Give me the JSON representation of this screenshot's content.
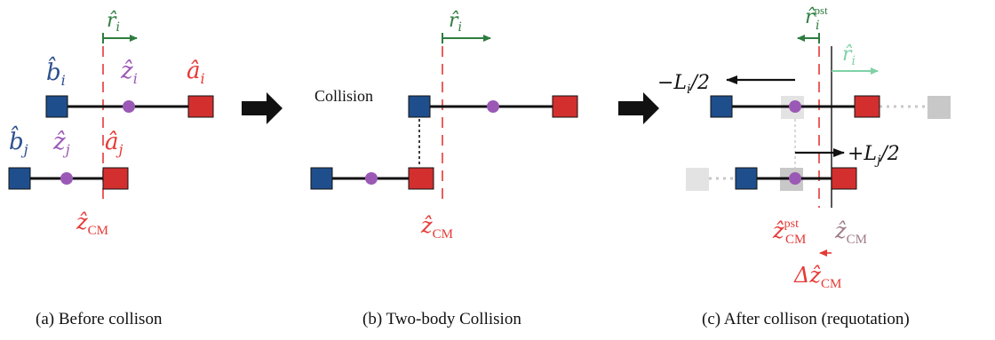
{
  "colors": {
    "blue": "#1f4e8c",
    "red": "#d32f2f",
    "purple": "#9b59b6",
    "green": "#2e7d3f",
    "lightgreen": "#7fd1a6",
    "gray": "#c8c8c8",
    "lightgray": "#e3e3e3",
    "black": "#111111",
    "label_red": "#e53935",
    "label_blue": "#2c4f8f",
    "label_purple": "#9b59b6",
    "muted_mauve": "#a07a88"
  },
  "panel_a": {
    "r_i": "r̂",
    "r_i_sub": "i",
    "b_i": "b̂",
    "b_i_sub": "i",
    "z_i": "ẑ",
    "z_i_sub": "i",
    "a_i": "â",
    "a_i_sub": "i",
    "b_j": "b̂",
    "b_j_sub": "j",
    "z_j": "ẑ",
    "z_j_sub": "j",
    "a_j": "â",
    "a_j_sub": "j",
    "zcm": "ẑ",
    "zcm_sub": "CM",
    "caption": "(a) Before collison"
  },
  "panel_b": {
    "collision_label": "Collision",
    "r_i": "r̂",
    "r_i_sub": "i",
    "zcm": "ẑ",
    "zcm_sub": "CM",
    "caption": "(b) Two-body Collision"
  },
  "panel_c": {
    "r_pst": "r̂",
    "r_pst_sub": "i",
    "r_pst_sup": "pst",
    "r_i": "r̂",
    "r_i_sub": "i",
    "minus_L": "−L",
    "minus_L_sub": "i",
    "minus_L_tail": "/2",
    "plus_L": "+L",
    "plus_L_sub": "j",
    "plus_L_tail": "/2",
    "zcm_pst": "ẑ",
    "zcm_pst_sub": "CM",
    "zcm_pst_sup": "pst",
    "zcm": "ẑ",
    "zcm_sub": "CM",
    "delta_zcm": "Δẑ",
    "delta_zcm_sub": "CM",
    "caption": "(c) After collison (requotation)"
  }
}
